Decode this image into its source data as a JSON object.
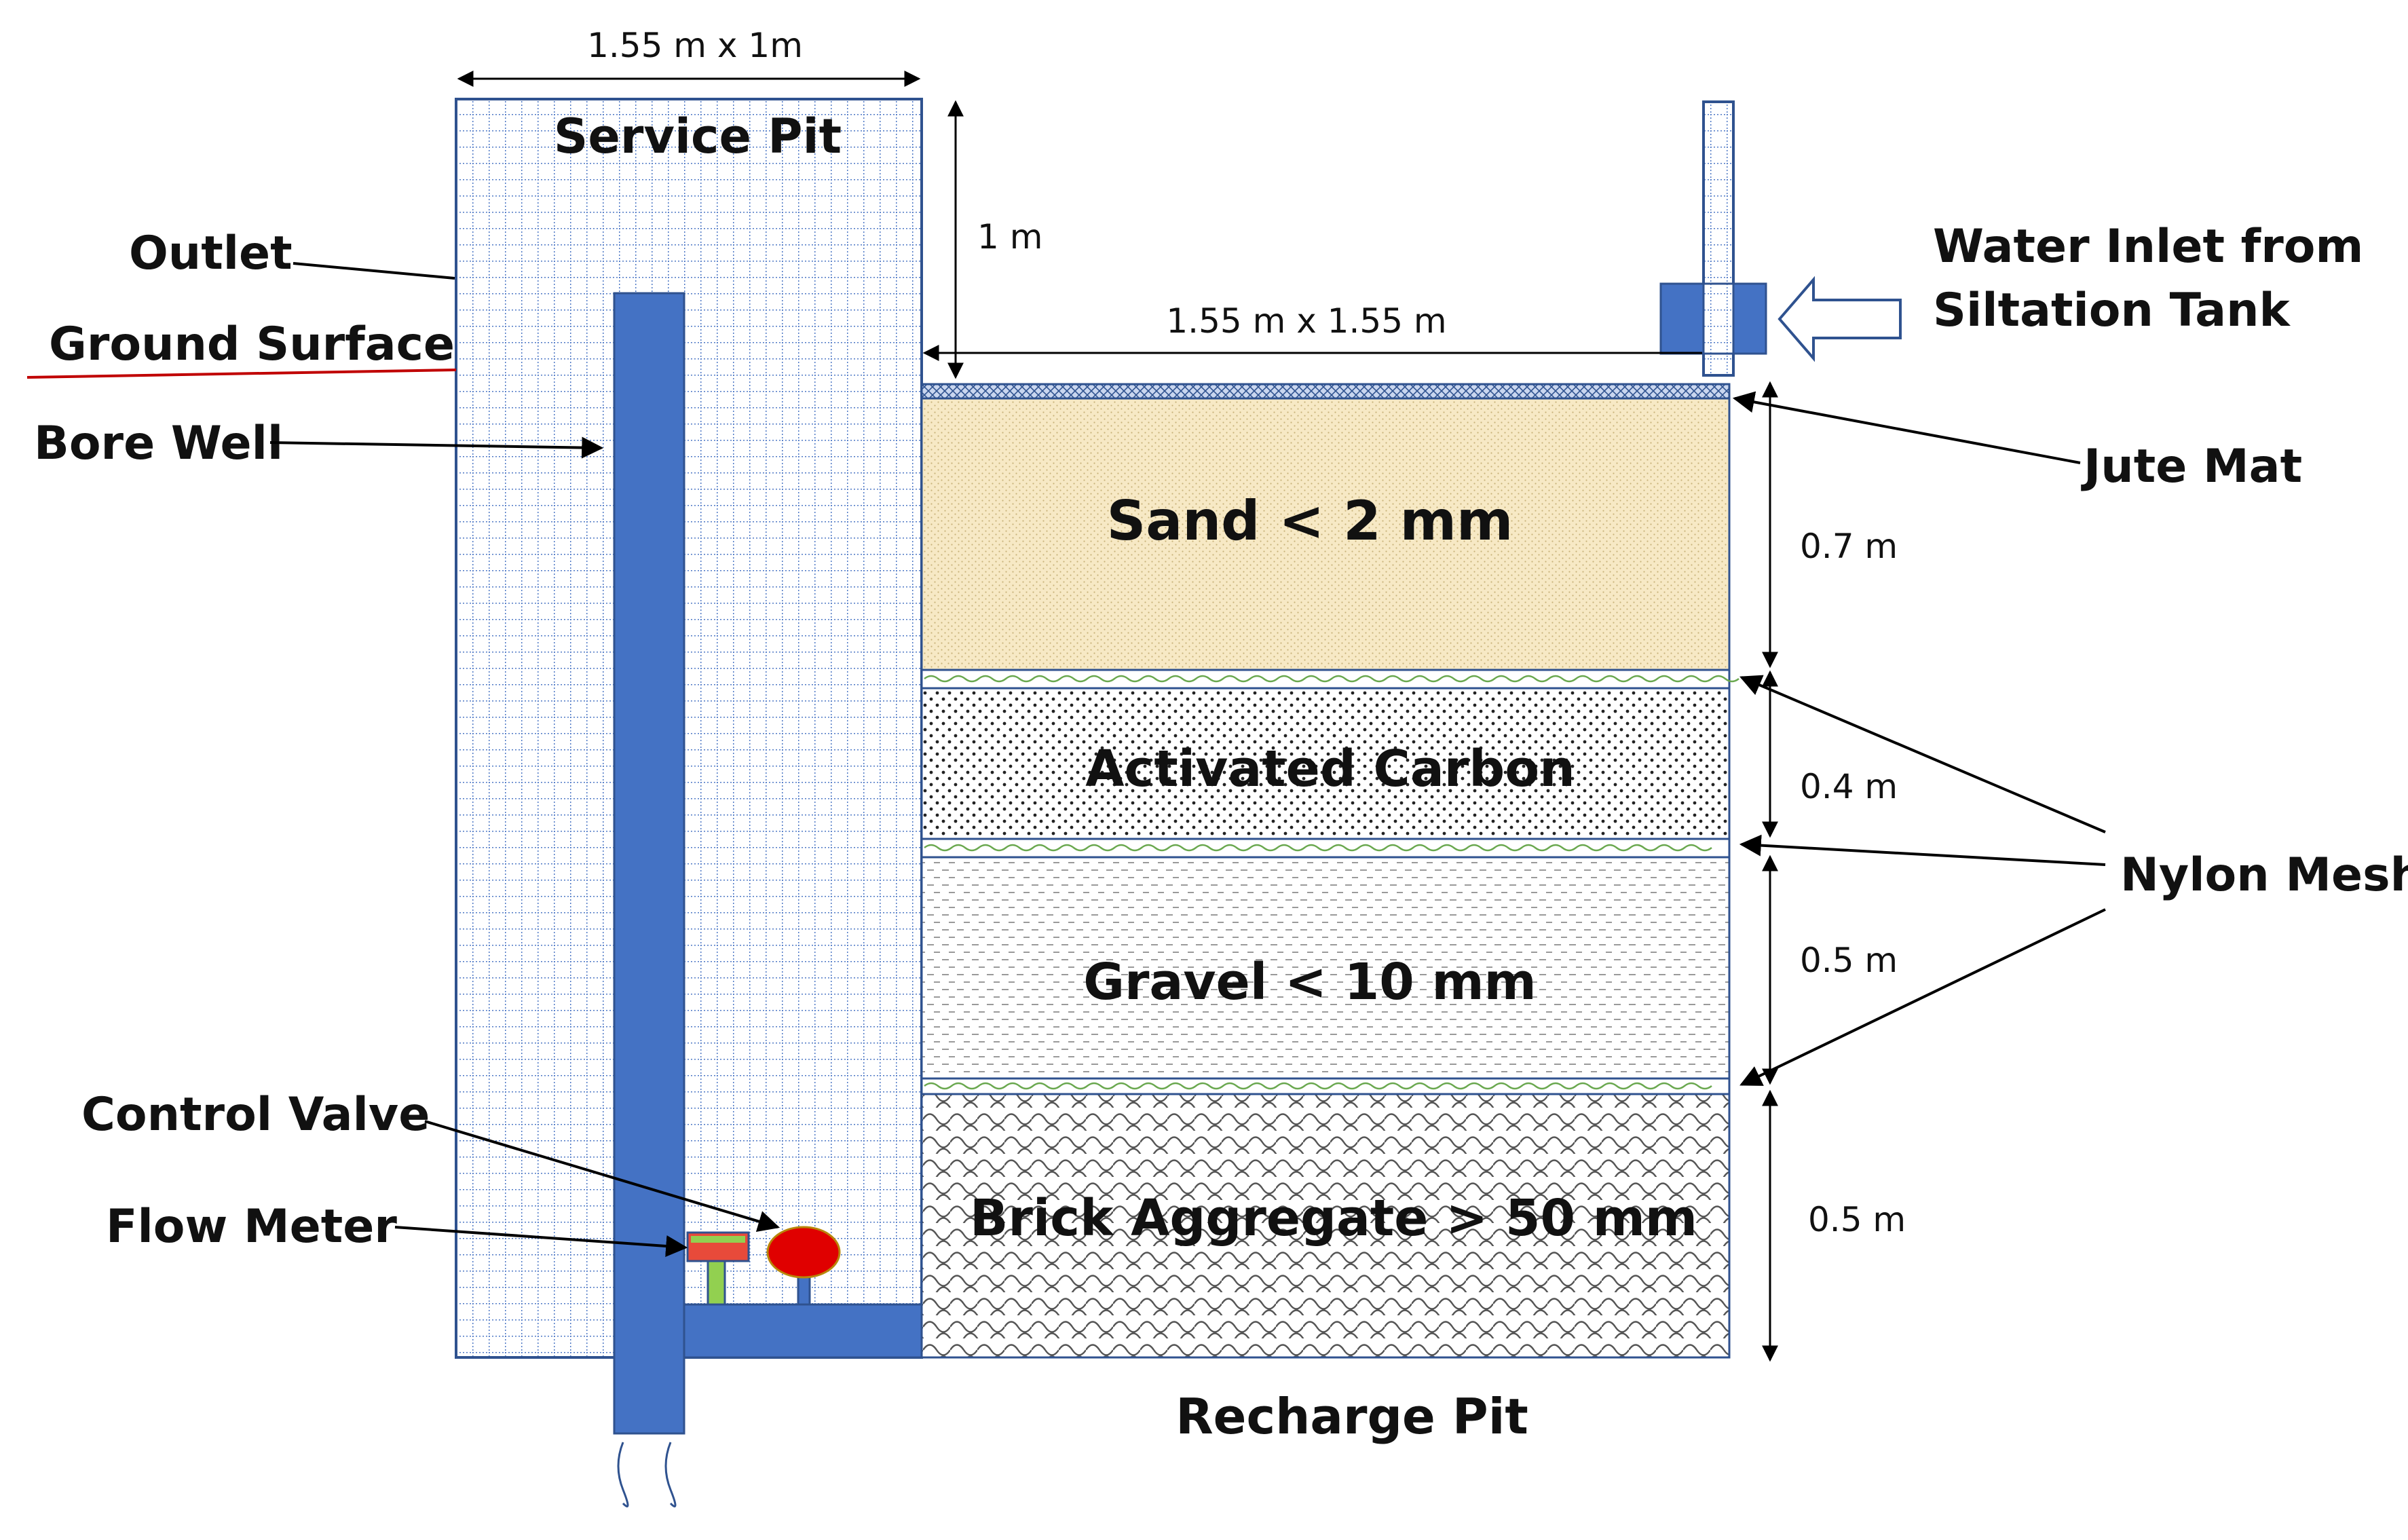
{
  "service_pit": {
    "title": "Service Pit",
    "size": "1.55 m x 1m"
  },
  "recharge_pit": {
    "title": "Recharge Pit",
    "size": "1.55 m x 1.55 m"
  },
  "layers": {
    "sand": "Sand < 2 mm",
    "carbon": "Activated Carbon",
    "gravel": "Gravel < 10 mm",
    "brick": "Brick Aggregate > 50 mm"
  },
  "dimensions": {
    "pit_depth": "1 m",
    "sand": "0.7 m",
    "carbon": "0.4 m",
    "gravel": "0.5 m",
    "brick": "0.5 m"
  },
  "labels": {
    "outlet": "Outlet",
    "ground_surface": "Ground Surface",
    "bore_well": "Bore Well",
    "control_valve": "Control Valve",
    "flow_meter": "Flow Meter",
    "inlet_line1": "Water Inlet from",
    "inlet_line2": "Siltation Tank",
    "jute_mat": "Jute Mat",
    "nylon_mesh": "Nylon Mesh"
  },
  "colors": {
    "pipe": "#4472c4",
    "outline": "#2f528f",
    "sand": "#f7e9c5",
    "ground_line": "#c00000",
    "valve": "#e00000",
    "flow_meter": "#e84a3a",
    "meter_stem": "#92d050"
  }
}
